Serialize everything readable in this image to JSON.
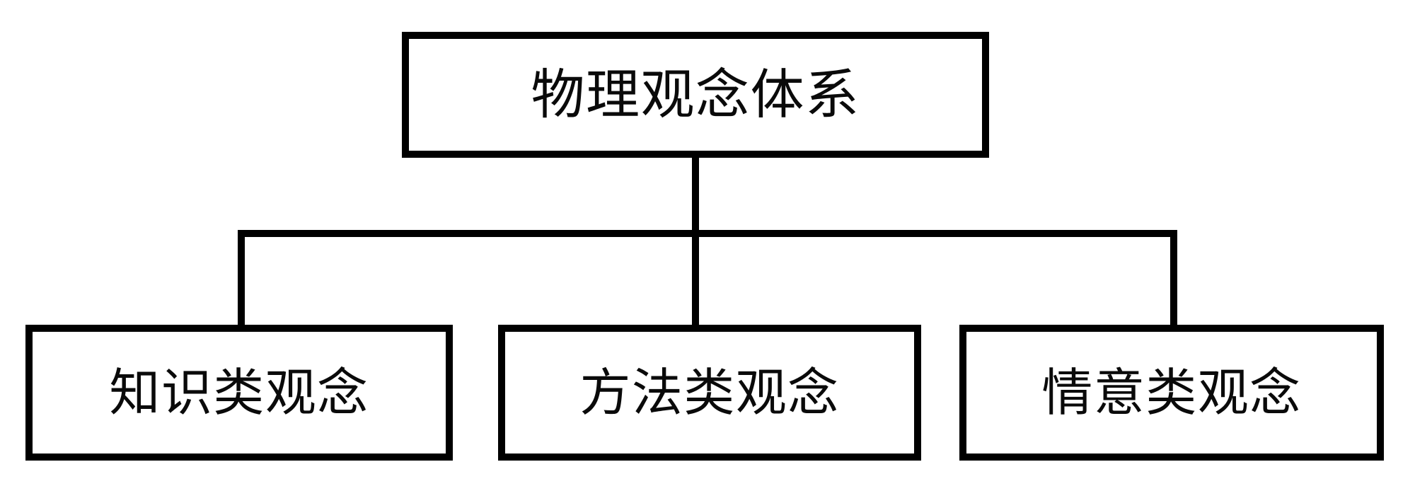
{
  "diagram": {
    "title": "物理观念体系",
    "type": "tree-hierarchy",
    "background_color": "#ffffff",
    "line_color": "#000000",
    "text_color": "#0a0a0a",
    "root": {
      "label": "物理观念体系"
    },
    "children": [
      {
        "label": "知识类观念"
      },
      {
        "label": "方法类观念"
      },
      {
        "label": "情意类观念"
      }
    ]
  }
}
